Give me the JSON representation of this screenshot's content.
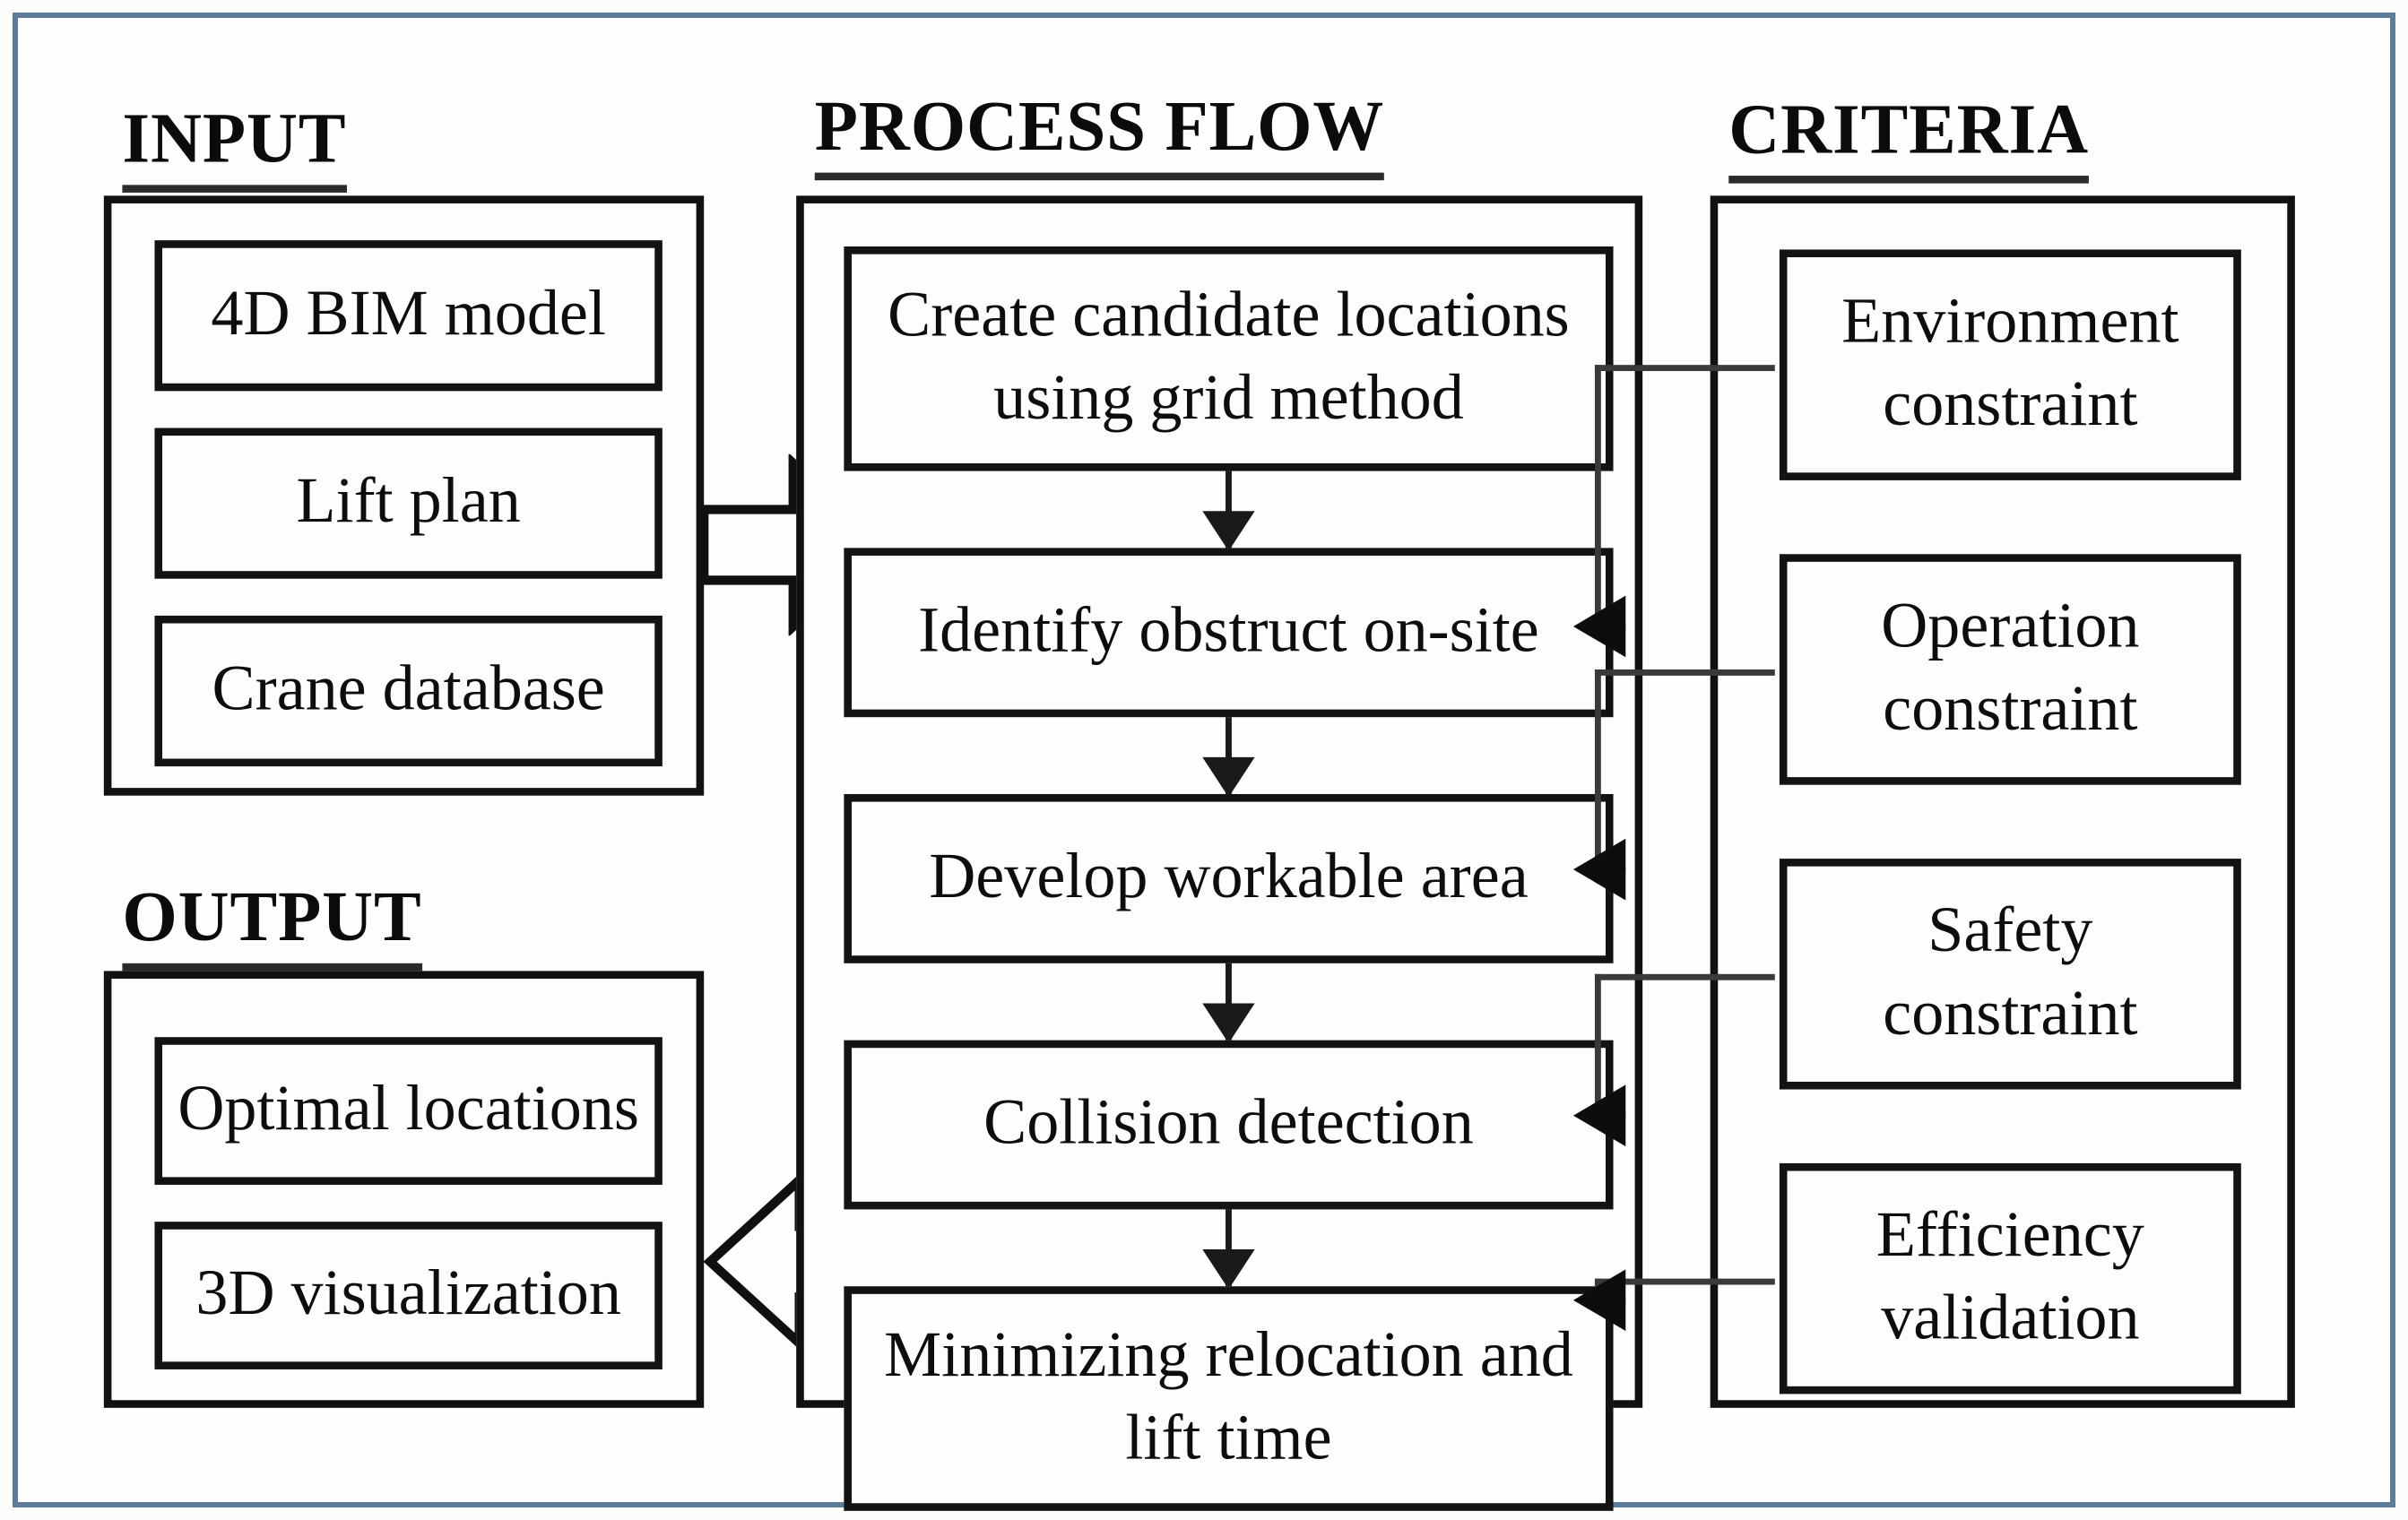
{
  "diagram": {
    "title_input": "INPUT",
    "title_process": "PROCESS FLOW",
    "title_criteria": "CRITERIA",
    "title_output": "OUTPUT",
    "colors": {
      "frame_border": "#5d7c99",
      "box_border": "#131313",
      "connector": "#3a3a3a",
      "background": "#fefefc",
      "text": "#0d0d0d"
    }
  },
  "input": {
    "header": "INPUT",
    "items": [
      {
        "label": "4D BIM model"
      },
      {
        "label": "Lift plan"
      },
      {
        "label": "Crane database"
      }
    ]
  },
  "process": {
    "header": "PROCESS FLOW",
    "steps": [
      {
        "label": "Create candidate locations using grid method"
      },
      {
        "label": "Identify obstruct on-site"
      },
      {
        "label": "Develop workable area"
      },
      {
        "label": "Collision detection"
      },
      {
        "label": "Minimizing relocation and lift time"
      }
    ]
  },
  "criteria": {
    "header": "CRITERIA",
    "items": [
      {
        "label": "Environment constraint",
        "targets_step": "Identify obstruct on-site"
      },
      {
        "label": "Operation constraint",
        "targets_step": "Develop workable area"
      },
      {
        "label": "Safety constraint",
        "targets_step": "Collision detection"
      },
      {
        "label": "Efficiency validation",
        "targets_step": "Minimizing relocation and lift time"
      }
    ]
  },
  "output": {
    "header": "OUTPUT",
    "items": [
      {
        "label": "Optimal locations"
      },
      {
        "label": "3D visualization"
      }
    ]
  },
  "flow_arrows": {
    "input_to_process": "block-arrow-right",
    "process_to_output": "block-arrow-left",
    "step_to_step": "arrow-down"
  }
}
